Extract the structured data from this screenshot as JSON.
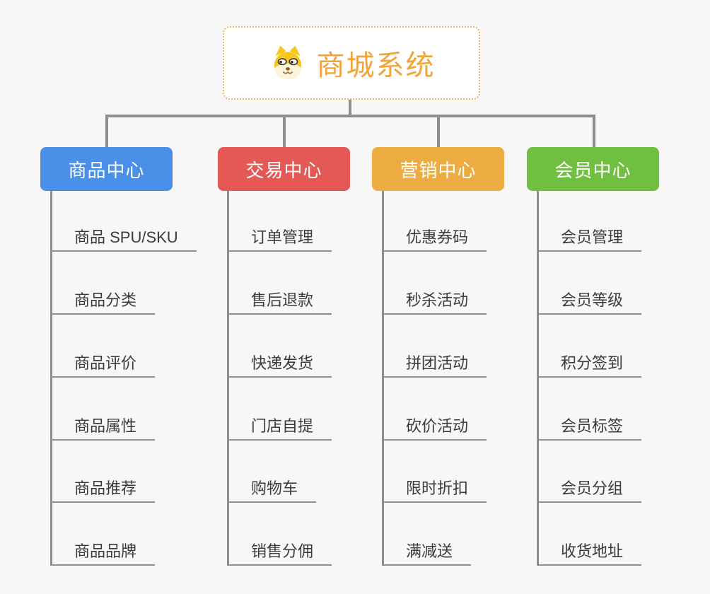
{
  "root": {
    "title": "商城系统"
  },
  "connector_color": "#8e8e8e",
  "branches": [
    {
      "label": "商品中心",
      "color": "#4a8fe8",
      "children": [
        "商品 SPU/SKU",
        "商品分类",
        "商品评价",
        "商品属性",
        "商品推荐",
        "商品品牌"
      ]
    },
    {
      "label": "交易中心",
      "color": "#e45956",
      "children": [
        "订单管理",
        "售后退款",
        "快递发货",
        "门店自提",
        "购物车",
        "销售分佣"
      ]
    },
    {
      "label": "营销中心",
      "color": "#edac41",
      "children": [
        "优惠券码",
        "秒杀活动",
        "拼团活动",
        "砍价活动",
        "限时折扣",
        "满减送"
      ]
    },
    {
      "label": "会员中心",
      "color": "#70bf40",
      "children": [
        "会员管理",
        "会员等级",
        "积分签到",
        "会员标签",
        "会员分组",
        "收货地址"
      ]
    }
  ]
}
